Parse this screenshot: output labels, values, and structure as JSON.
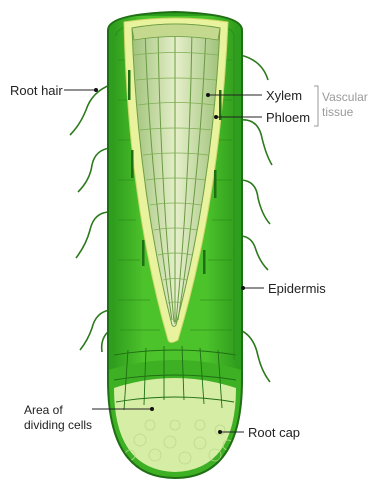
{
  "labels": {
    "root_hair": "Root hair",
    "xylem": "Xylem",
    "phloem": "Phloem",
    "vascular_line1": "Vascular",
    "vascular_line2": "tissue",
    "epidermis": "Epidermis",
    "dividing_line1": "Area of",
    "dividing_line2": "dividing cells",
    "root_cap": "Root cap"
  },
  "colors": {
    "outer_green": "#2e9e1f",
    "cortex_green": "#43b827",
    "dark_outline": "#1f6f14",
    "vascular_yellow": "#e7f19a",
    "xylem_light": "#c9dfa0",
    "cap_light": "#d9eea8",
    "label_text": "#222222",
    "bracket_gray": "#9a9a9a"
  }
}
